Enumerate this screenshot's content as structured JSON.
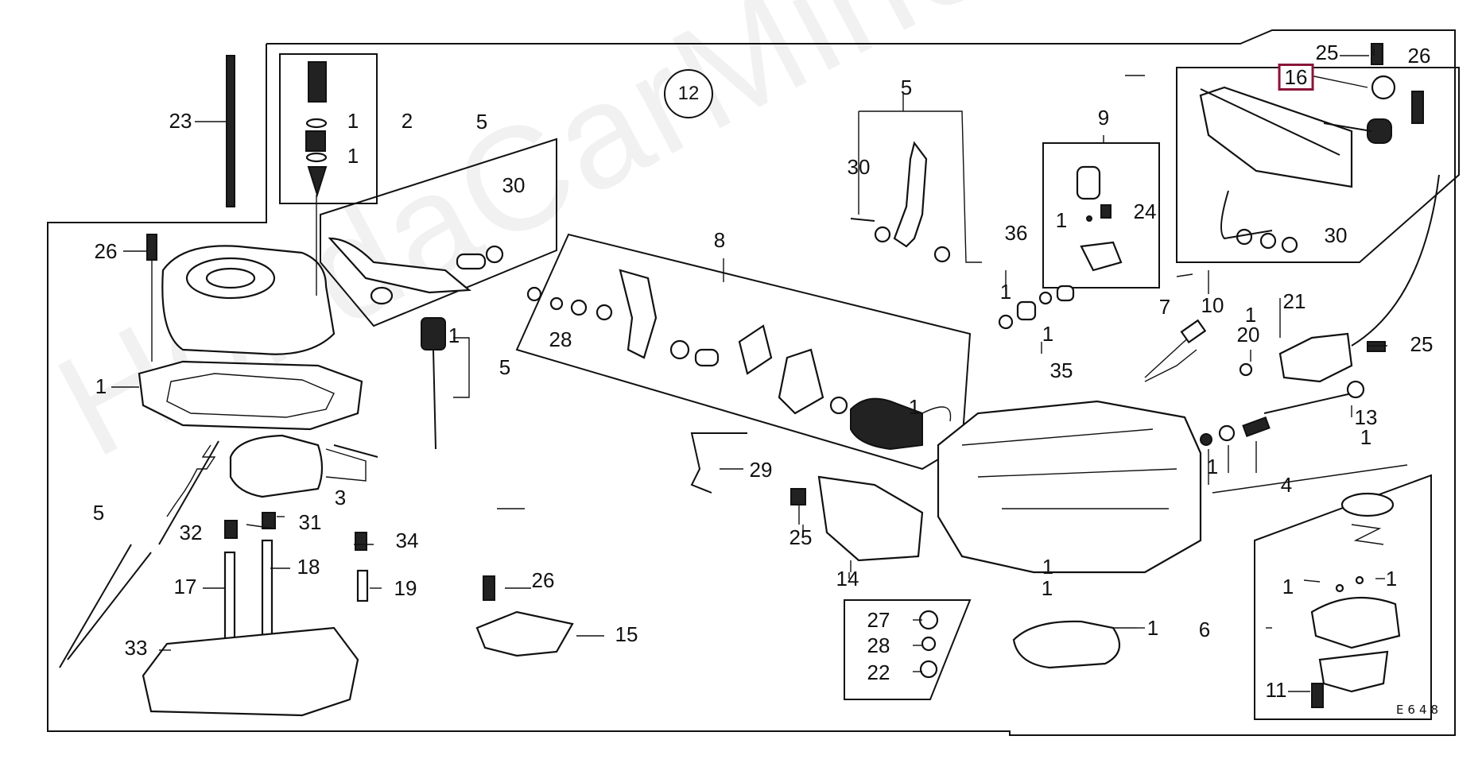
{
  "diagram": {
    "group_number": "12",
    "code": "E648",
    "highlighted_part": "16",
    "watermark": "HondaCarMine.ru",
    "highlight_color": "#8a1538"
  },
  "callouts": {
    "c1a": "1",
    "c1b": "1",
    "c2": "2",
    "c5a": "5",
    "c30a": "30",
    "c23": "23",
    "c26a": "26",
    "c1c": "1",
    "c1d": "1",
    "c5b": "5",
    "c5c": "5",
    "c3": "3",
    "c32": "32",
    "c31": "31",
    "c34": "34",
    "c17": "17",
    "c18": "18",
    "c19": "19",
    "c33": "33",
    "c26b": "26",
    "c15": "15",
    "c8": "8",
    "c28a": "28",
    "c29": "29",
    "c25a": "25",
    "c14": "14",
    "c27": "27",
    "c28b": "28",
    "c22": "22",
    "c5d": "5",
    "c30b": "30",
    "c9": "9",
    "c1e": "1",
    "c24": "24",
    "c36": "36",
    "c1f": "1",
    "c1g": "1",
    "c35": "35",
    "c7": "7",
    "c1h": "1",
    "c25b": "25",
    "c26c": "26",
    "c30c": "30",
    "c10": "10",
    "c1i": "1",
    "c20": "20",
    "c21": "21",
    "c25c": "25",
    "c13": "13",
    "c1j": "1",
    "c4": "4",
    "c1k": "1",
    "c1l": "1",
    "c1m": "1",
    "c6": "6",
    "c11": "11",
    "c1n": "1",
    "c1o": "1",
    "c1p": "1"
  }
}
